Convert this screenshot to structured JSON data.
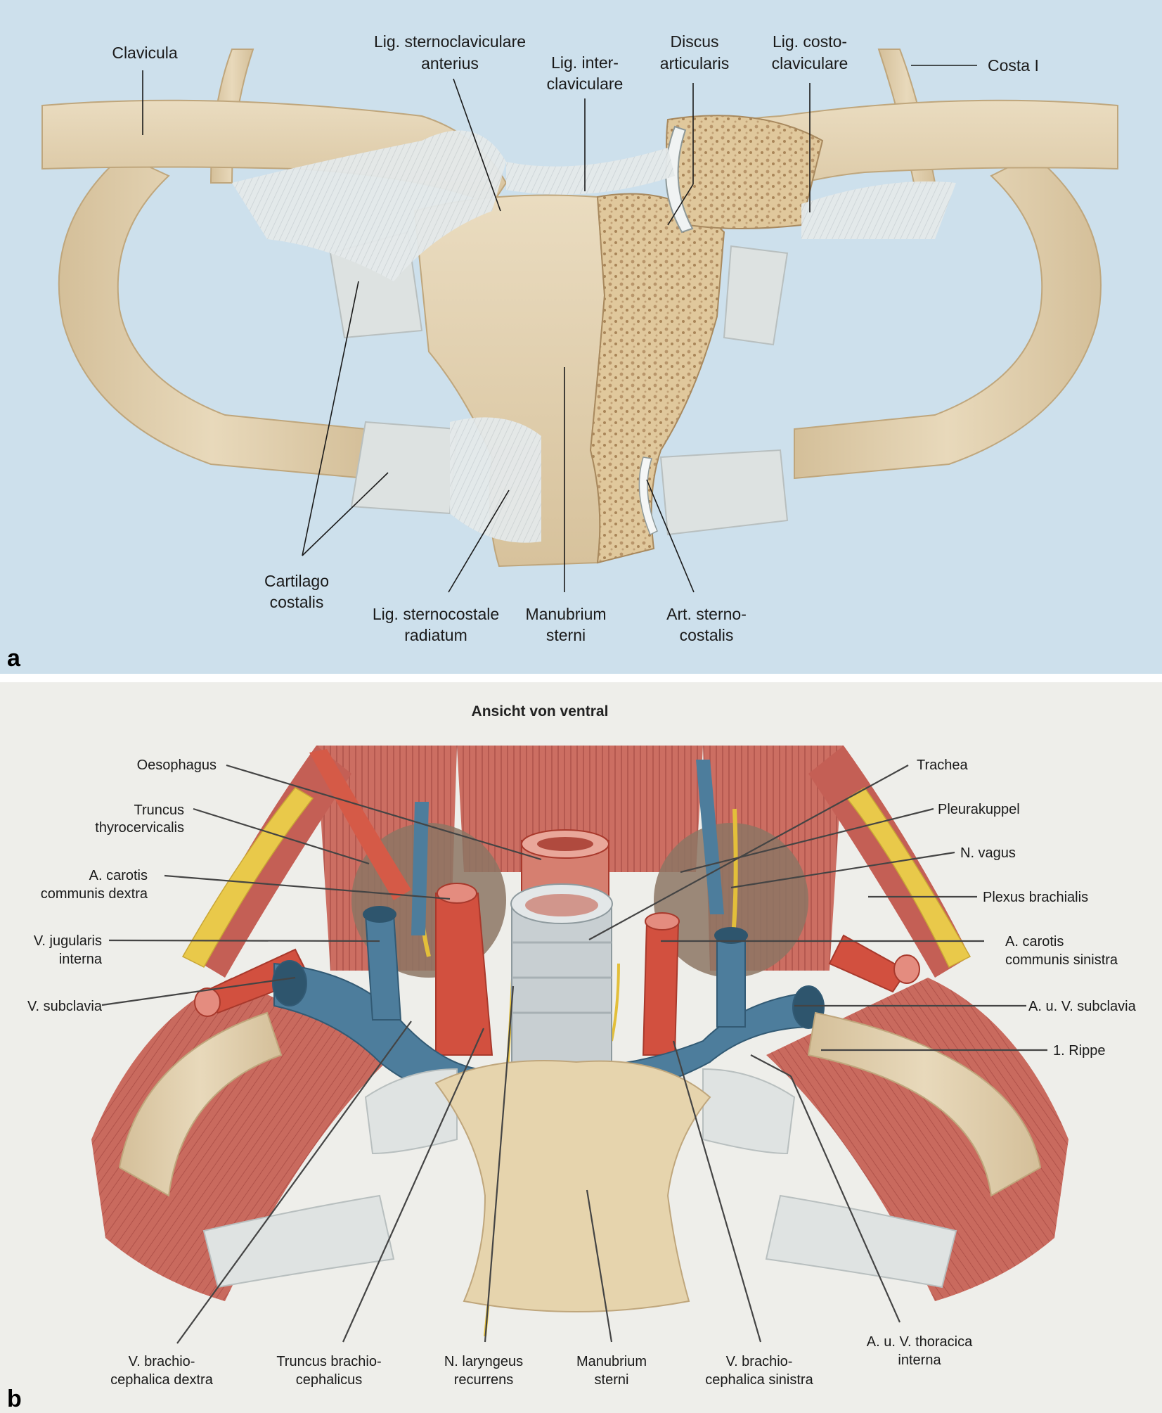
{
  "panel_a": {
    "letter": "a",
    "labels": {
      "clavicula": "Clavicula",
      "lig_sternoclav_1": "Lig. sternoclaviculare",
      "lig_sternoclav_2": "anterius",
      "lig_inter_1": "Lig. inter-",
      "lig_inter_2": "claviculare",
      "discus_1": "Discus",
      "discus_2": "articularis",
      "lig_costo_1": "Lig. costo-",
      "lig_costo_2": "claviculare",
      "costa": "Costa I",
      "cartilago_1": "Cartilago",
      "cartilago_2": "costalis",
      "lig_sternocost_1": "Lig. sternocostale",
      "lig_sternocost_2": "radiatum",
      "manubrium_1": "Manubrium",
      "manubrium_2": "sterni",
      "art_1": "Art. sterno-",
      "art_2": "costalis"
    }
  },
  "panel_b": {
    "letter": "b",
    "heading": "Ansicht von ventral",
    "labels": {
      "oesophagus": "Oesophagus",
      "truncus_thyro_1": "Truncus",
      "truncus_thyro_2": "thyrocervicalis",
      "carotis_dex_1": "A. carotis",
      "carotis_dex_2": "communis dextra",
      "v_jug_1": "V. jugularis",
      "v_jug_2": "interna",
      "v_subcl": "V. subclavia",
      "trachea": "Trachea",
      "pleurakuppel": "Pleurakuppel",
      "n_vagus": "N. vagus",
      "plexus": "Plexus brachialis",
      "carotis_sin_1": "A. carotis",
      "carotis_sin_2": "communis sinistra",
      "a_v_subcl": "A. u. V. subclavia",
      "rippe": "1. Rippe",
      "v_brachio_dex_1": "V. brachio-",
      "v_brachio_dex_2": "cephalica dextra",
      "truncus_brachio_1": "Truncus brachio-",
      "truncus_brachio_2": "cephalicus",
      "n_laryn_1": "N. laryngeus",
      "n_laryn_2": "recurrens",
      "manubrium_1": "Manubrium",
      "manubrium_2": "sterni",
      "v_brachio_sin_1": "V. brachio-",
      "v_brachio_sin_2": "cephalica sinistra",
      "thoracica_1": "A. u. V. thoracica",
      "thoracica_2": "interna"
    }
  },
  "colors": {
    "panel_a_bg": "#cde0ec",
    "panel_b_bg": "#eeeeea",
    "bone": "#e3d2b0",
    "cartilage": "#dfe3e2",
    "ligament": "#e8ecec",
    "muscle": "#c9645a",
    "artery": "#d2503f",
    "vein": "#4d7d9c",
    "nerve": "#e9c94a"
  }
}
